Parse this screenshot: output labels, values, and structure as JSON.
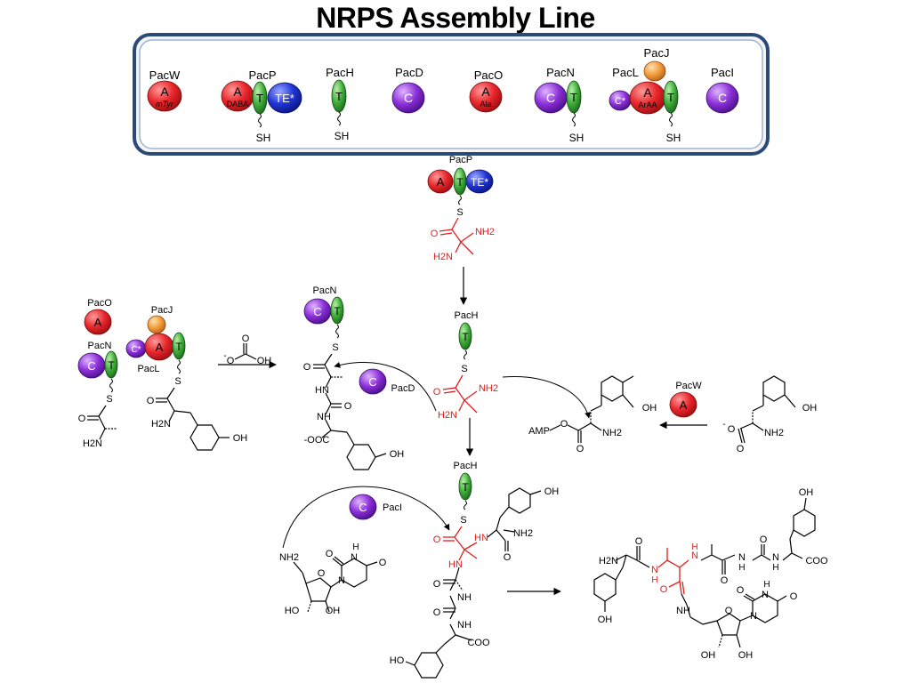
{
  "title": "NRPS Assembly Line",
  "colors": {
    "A": "#e8262b",
    "T": "#3fae3a",
    "C": "#8b2fd8",
    "TE": "#1f33d6",
    "MbtH": "#f29a3a",
    "red_chem": "#e0201f",
    "frame": "#2c4a78"
  },
  "top_panel": {
    "enzymes": [
      {
        "name": "PacW",
        "domains": [
          {
            "type": "A",
            "label": "A",
            "sub": "mTyr"
          }
        ]
      },
      {
        "name": "PacP",
        "domains": [
          {
            "type": "A",
            "label": "A",
            "sub": "DABA"
          },
          {
            "type": "T",
            "label": "T",
            "arm": "SH"
          },
          {
            "type": "TE",
            "label": "TE*"
          }
        ]
      },
      {
        "name": "PacH",
        "domains": [
          {
            "type": "T",
            "label": "T",
            "arm": "SH"
          }
        ]
      },
      {
        "name": "PacD",
        "domains": [
          {
            "type": "C",
            "label": "C"
          }
        ]
      },
      {
        "name": "PacO",
        "domains": [
          {
            "type": "A",
            "label": "A",
            "sub": "Ala"
          }
        ]
      },
      {
        "name": "PacN",
        "domains": [
          {
            "type": "C",
            "label": "C"
          },
          {
            "type": "T",
            "label": "T",
            "arm": "SH"
          }
        ]
      },
      {
        "name": "PacL",
        "domains": [
          {
            "type": "C",
            "label": "C*"
          },
          {
            "type": "A",
            "label": "A",
            "sub": "ArAA"
          },
          {
            "type": "T",
            "label": "T",
            "arm": "SH"
          }
        ]
      },
      {
        "name": "PacJ",
        "domains": [
          {
            "type": "MbtH",
            "label": ""
          }
        ]
      },
      {
        "name": "PacI",
        "domains": [
          {
            "type": "C",
            "label": "C"
          }
        ]
      }
    ]
  },
  "labels": {
    "pacp": "PacP",
    "pacp_a": "A",
    "pacp_t": "T",
    "pacp_te": "TE*",
    "pach": "PacH",
    "t": "T",
    "c": "C",
    "a": "A",
    "c_star": "C*",
    "paco": "PacO",
    "pacn": "PacN",
    "pacj": "PacJ",
    "pacl": "PacL",
    "pacd": "PacD",
    "paci": "PacI",
    "pacw": "PacW",
    "s": "S",
    "o": "O",
    "nh2": "NH2",
    "h2n": "H2N",
    "nh": "NH",
    "hn": "HN",
    "oh": "OH",
    "ho": "HO",
    "n": "N",
    "h": "H",
    "coo": "COO",
    "ooc": "-OOC",
    "minus": "-",
    "amp": "AMP",
    "carbonate_oh": "OH"
  }
}
